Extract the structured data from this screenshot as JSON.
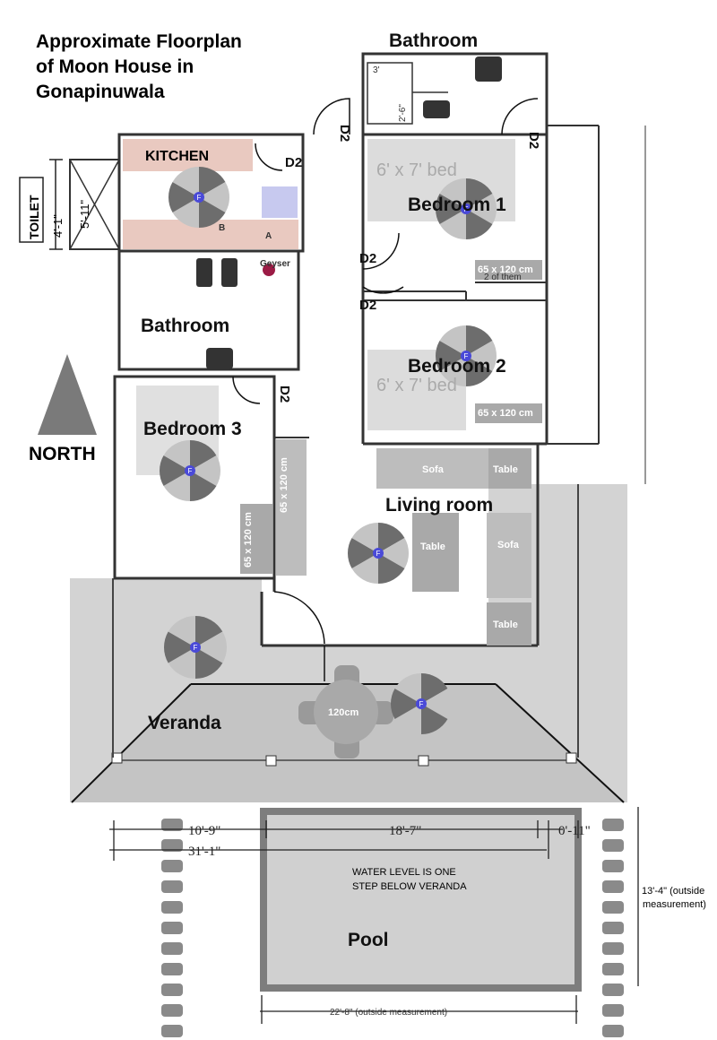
{
  "title": {
    "line1": "Approximate Floorplan",
    "line2": "of Moon House in",
    "line3": "Gonapinuwala"
  },
  "rooms": {
    "bathroom_top": "Bathroom",
    "kitchen": "KITCHEN",
    "bedroom1": "Bedroom 1",
    "bedroom2": "Bedroom 2",
    "bathroom_mid": "Bathroom",
    "bedroom3": "Bedroom 3",
    "living": "Living room",
    "veranda": "Veranda",
    "pool": "Pool",
    "toilet": "TOILET"
  },
  "compass": {
    "label": "NORTH"
  },
  "doors": {
    "d2": "D2"
  },
  "fan": {
    "label": "F"
  },
  "beds": {
    "size": "6' x 7' bed"
  },
  "furniture": {
    "sofa": "Sofa",
    "table": "Table",
    "wardrobe": "65 x 120 cm",
    "wardrobe_note": "2 of them",
    "round_table": "120cm",
    "geyser": "Geyser"
  },
  "kitchen_marks": {
    "a": "A",
    "b": "B"
  },
  "small_dims": {
    "bath_3": "3'",
    "bath_26": "2'-6\"",
    "toilet_w": "4'-1\"",
    "toilet_h": "5'-11\""
  },
  "dimensions": {
    "d1": "10'-9\"",
    "d2": "18'-7\"",
    "d3": "0'-11\"",
    "total": "31'-1\"",
    "pool_height": "13'-4\" (outside",
    "pool_height2": "measurement)",
    "pool_width": "22'-8\" (outside measurement)"
  },
  "pool_note": {
    "line1": "WATER LEVEL IS ONE",
    "line2": "STEP BELOW VERANDA"
  },
  "colors": {
    "wall": "#333333",
    "veranda": "#d3d3d3",
    "furniture": "#a9a9a9",
    "kitchen_counter": "#e9c9c0",
    "fan_dark": "#6d6d6d",
    "fan_light": "#c4c4c4",
    "fan_center": "#4a4ad8"
  }
}
